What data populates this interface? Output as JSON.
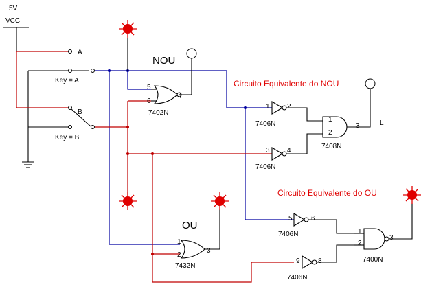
{
  "supply": {
    "voltage": "5V",
    "name": "VCC"
  },
  "switches": [
    {
      "name": "A",
      "key": "Key = A"
    },
    {
      "name": "B",
      "key": "Key = B"
    }
  ],
  "headings": {
    "nou": "NOU",
    "ou": "OU",
    "nou_equiv": "Circuito Equivalente do NOU",
    "ou_equiv": "Circuito Equivalente do OU"
  },
  "output_label": "L",
  "gates": {
    "nor": {
      "part": "7402N",
      "in1": "5",
      "in2": "6",
      "out": "4"
    },
    "or": {
      "part": "7432N",
      "in1": "1",
      "in2": "2",
      "out": "3"
    },
    "inv1": {
      "part": "7406N",
      "in": "1",
      "out": "2"
    },
    "inv2": {
      "part": "7406N",
      "in": "3",
      "out": "4"
    },
    "and1": {
      "part": "7408N",
      "in1": "1",
      "in2": "2",
      "out": "3"
    },
    "inv3": {
      "part": "7406N",
      "in": "5",
      "out": "6"
    },
    "inv4": {
      "part": "7406N",
      "in": "9",
      "out": "8"
    },
    "nand": {
      "part": "7400N",
      "in1": "1",
      "in2": "2",
      "out": "3"
    }
  },
  "colors": {
    "wire_a": "#0000a0",
    "wire_b": "#c00000",
    "led_on": "#e00000"
  }
}
